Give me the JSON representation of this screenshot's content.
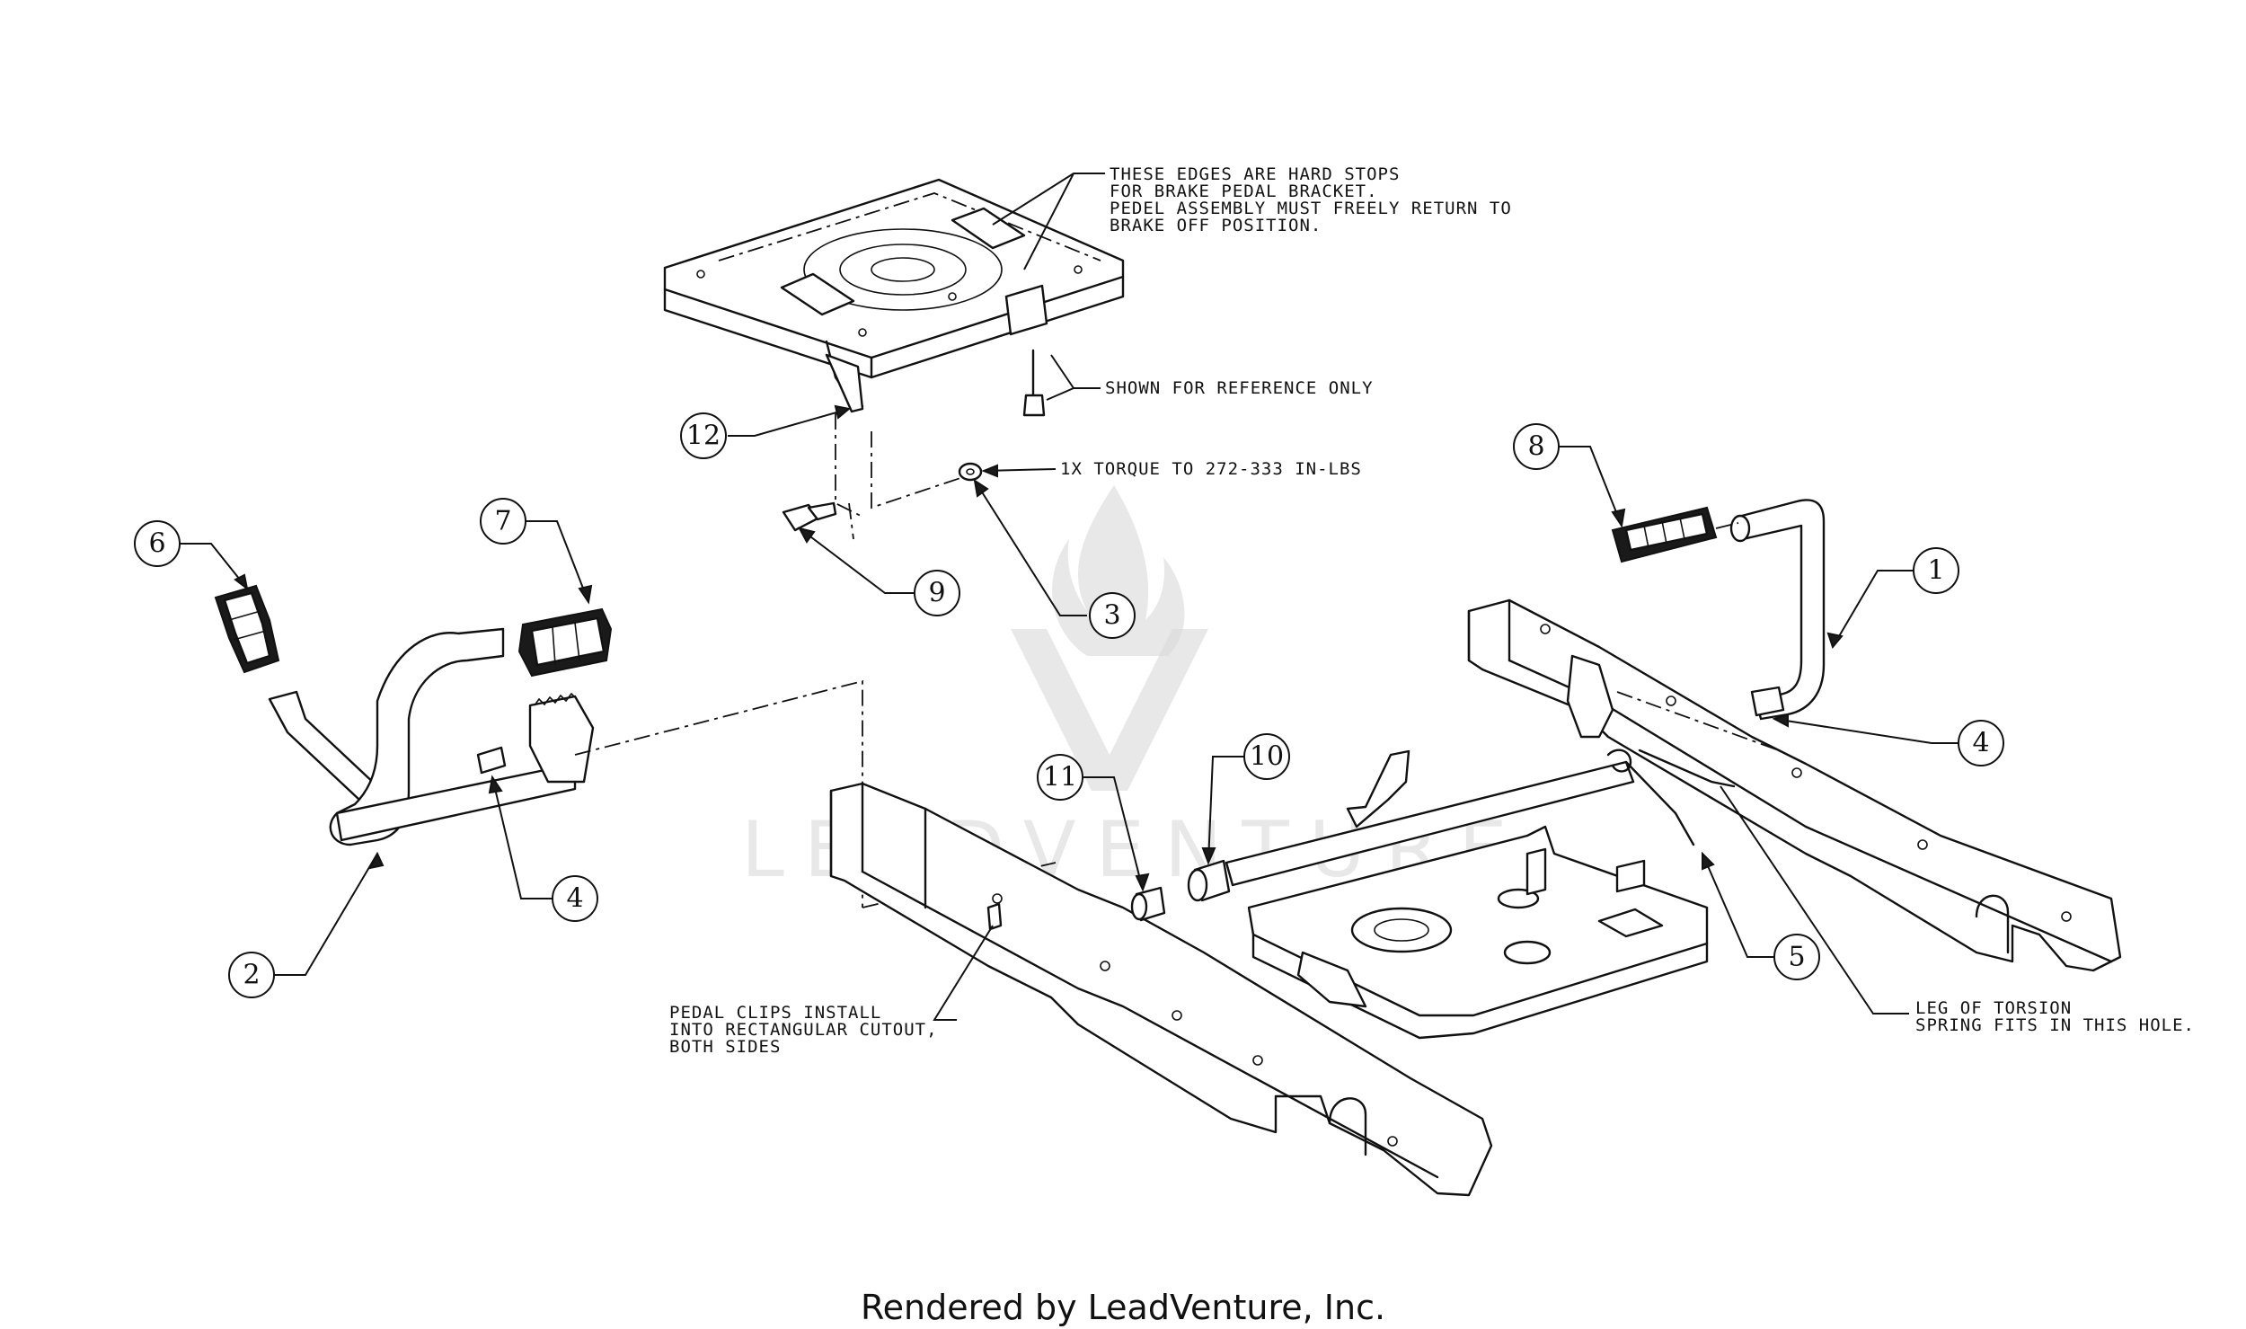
{
  "watermark": {
    "text": "LEADVENTURE"
  },
  "footer": {
    "text": "Rendered by LeadVenture, Inc."
  },
  "notes": {
    "hard_stops": [
      "THESE EDGES ARE HARD STOPS",
      "FOR BRAKE PEDAL BRACKET.",
      "PEDEL ASSEMBLY MUST FREELY RETURN TO",
      "BRAKE OFF POSITION."
    ],
    "reference": [
      "SHOWN FOR REFERENCE ONLY"
    ],
    "torque": [
      "1X TORQUE TO 272-333 IN-LBS"
    ],
    "pedal_clips": [
      "PEDAL CLIPS INSTALL",
      "INTO RECTANGULAR CUTOUT,",
      "BOTH SIDES"
    ],
    "torsion": [
      "LEG OF TORSION",
      "SPRING FITS IN THIS HOLE."
    ]
  },
  "callouts": {
    "c1": "1",
    "c2": "2",
    "c3": "3",
    "c4a": "4",
    "c4b": "4",
    "c5": "5",
    "c6": "6",
    "c7": "7",
    "c8": "8",
    "c9": "9",
    "c10": "10",
    "c11": "11",
    "c12": "12"
  }
}
